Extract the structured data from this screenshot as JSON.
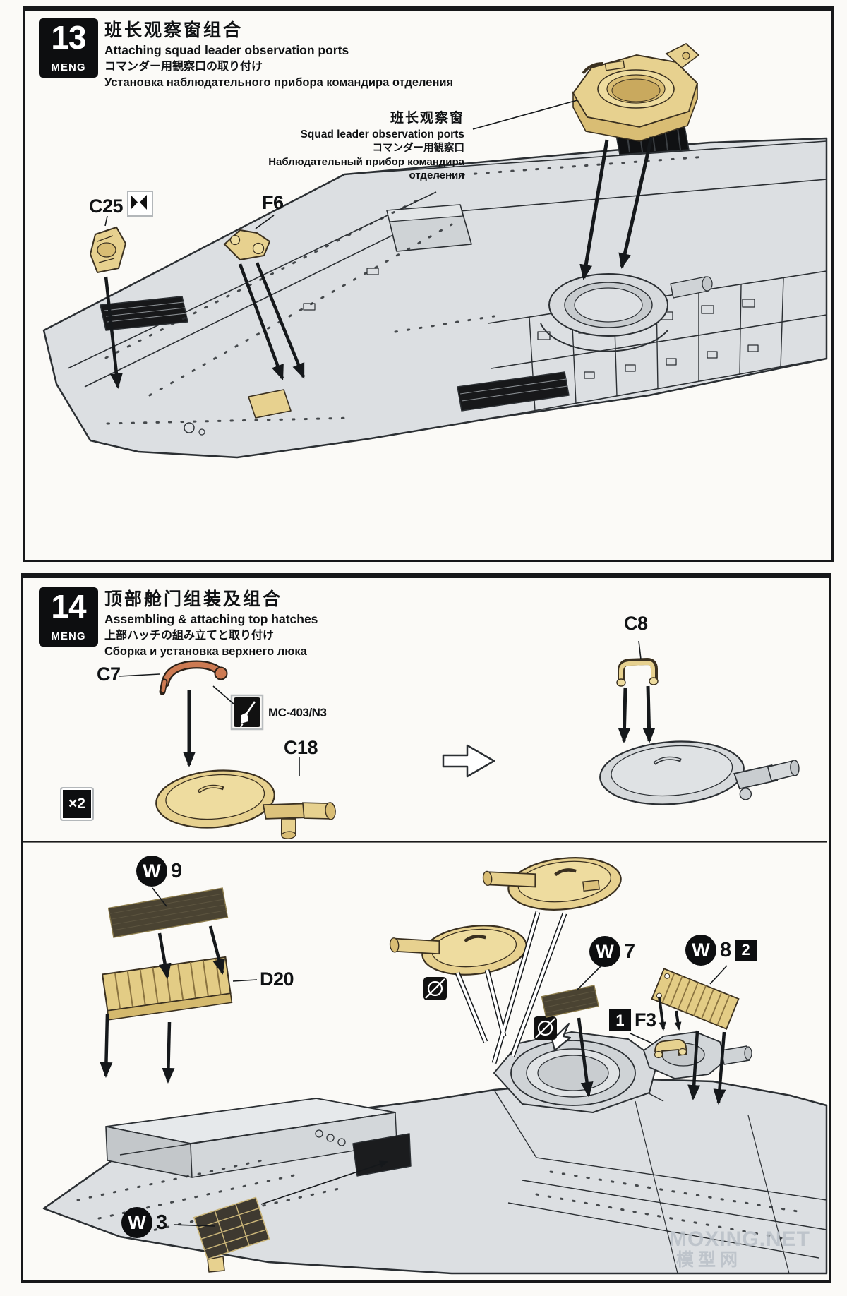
{
  "step13": {
    "number": "13",
    "brand": "MENG",
    "title_zh": "班长观察窗组合",
    "title_en": "Attaching squad leader observation ports",
    "title_ja": "コマンダー用観察口の取り付け",
    "title_ru": "Установка наблюдательного прибора командира отделения",
    "callout_zh": "班长观察窗",
    "callout_en": "Squad leader observation ports",
    "callout_ja": "コマンダー用観察口",
    "callout_ru": "Наблюдательный прибор командира отделения",
    "part_c25": "C25",
    "part_f6": "F6"
  },
  "step14": {
    "number": "14",
    "brand": "MENG",
    "title_zh": "顶部舱门组装及组合",
    "title_en": "Assembling & attaching top hatches",
    "title_ja": "上部ハッチの組み立てと取り付け",
    "title_ru": "Сборка и установка верхнего люка",
    "part_c7": "C7",
    "part_c8": "C8",
    "part_c18": "C18",
    "paint_code": "MC-403/N3",
    "quantity": "×2",
    "pe_w9_letter": "W",
    "pe_w9_number": "9",
    "part_d20": "D20",
    "pe_w7_letter": "W",
    "pe_w7_number": "7",
    "pe_w8_letter": "W",
    "pe_w8_number": "8",
    "pe_w8_qty": "2",
    "part_f3_step": "1",
    "part_f3": "F3",
    "pe_w3_letter": "W",
    "pe_w3_number": "3"
  },
  "watermark": {
    "line1": "MOXING.NET",
    "line2": "模型网"
  },
  "colors": {
    "tan": "#e7d18f",
    "orange": "#cd7a52",
    "ink": "#15181b",
    "hull": "#dcdfe2"
  }
}
